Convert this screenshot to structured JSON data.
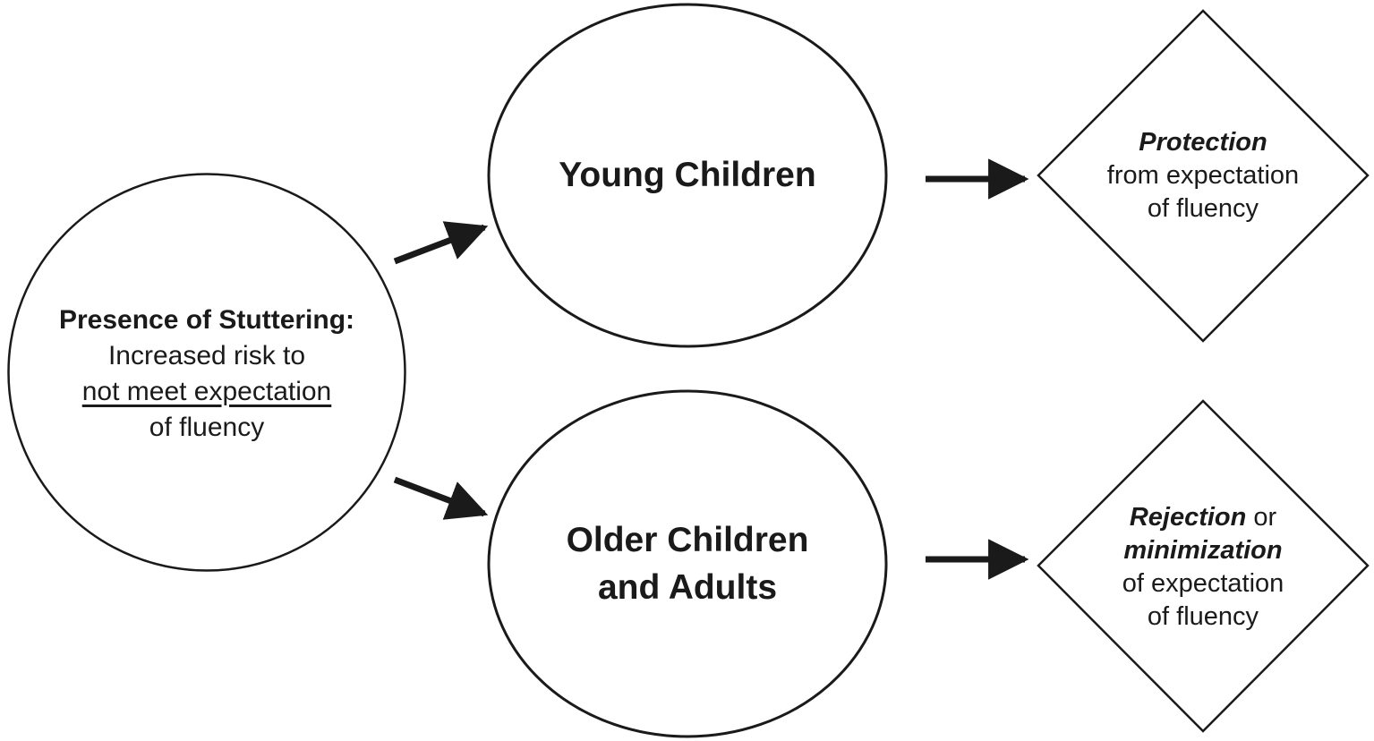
{
  "canvas": {
    "background": "#ffffff",
    "ink": "#1a1a1a"
  },
  "nodes": {
    "source": {
      "shape": "circle",
      "title": "Presence of Stuttering:",
      "line2": "Increased risk to",
      "line3": "not meet expectation",
      "line4": "of fluency"
    },
    "young_children": {
      "shape": "ellipse",
      "label": "Young Children"
    },
    "older_children": {
      "shape": "ellipse",
      "line1": "Older Children",
      "line2": "and Adults"
    },
    "protection": {
      "shape": "diamond",
      "emphasis": "Protection",
      "line2": "from expectation",
      "line3": "of fluency"
    },
    "rejection": {
      "shape": "diamond",
      "emphasis1": "Rejection",
      "line1_rest": " or",
      "emphasis2": "minimization",
      "line3": "of expectation",
      "line4": "of fluency"
    }
  },
  "edges": [
    {
      "from": "presence-of-stuttering",
      "to": "young-children"
    },
    {
      "from": "presence-of-stuttering",
      "to": "older-children-and-adults"
    },
    {
      "from": "young-children",
      "to": "protection"
    },
    {
      "from": "older-children-and-adults",
      "to": "rejection-or-minimization"
    }
  ]
}
